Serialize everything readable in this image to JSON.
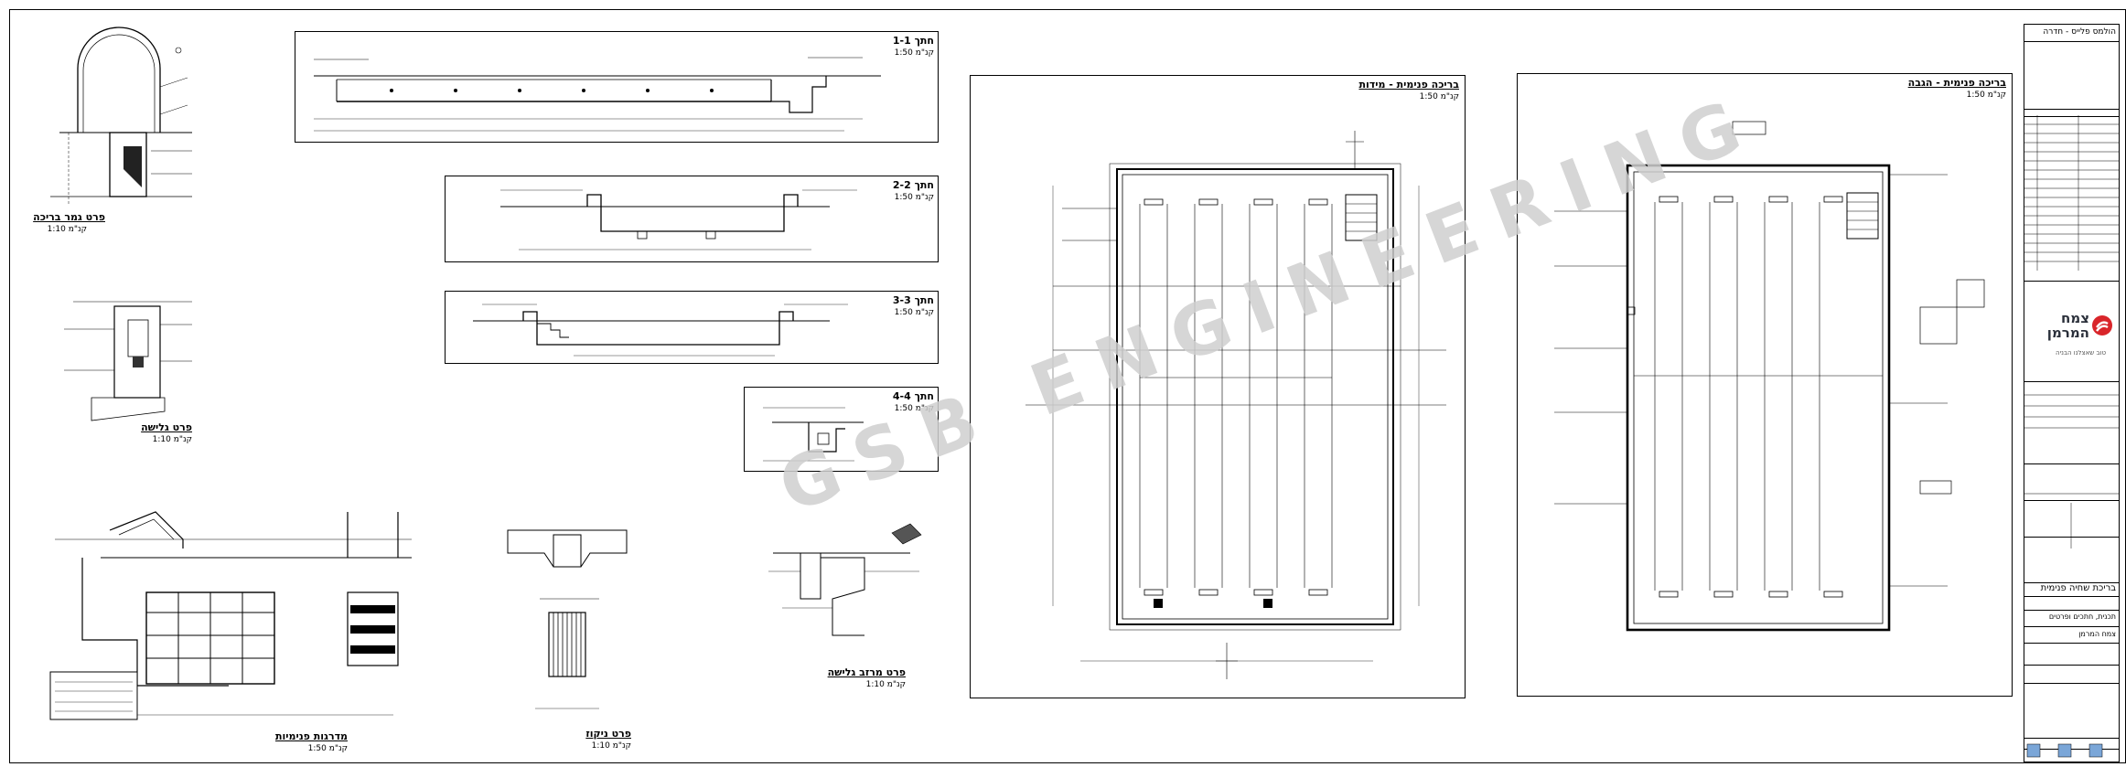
{
  "watermark": "GSB ENGINEERING",
  "sheets": {
    "section_1_1": {
      "title": "חתך 1-1",
      "scale": "קנ\"מ 1:50"
    },
    "section_2_2": {
      "title": "חתך 2-2",
      "scale": "קנ\"מ 1:50"
    },
    "section_3_3": {
      "title": "חתך 3-3",
      "scale": "קנ\"מ 1:50"
    },
    "section_4_4": {
      "title": "חתך 4-4",
      "scale": "קנ\"מ 1:50"
    },
    "plan_floor": {
      "title": "בריכה פנימית - מידות",
      "scale": "קנ\"מ 1:50"
    },
    "plan_elevation": {
      "title": "בריכה פנימית - הגבה",
      "scale": "קנ\"מ 1:50"
    },
    "detail_edge": {
      "title": "פרט גמר בריכה",
      "scale": "קנ\"מ 1:10"
    },
    "detail_pool_edge": {
      "title": "פרט גלישה",
      "scale": "קנ\"מ 1:10"
    },
    "detail_stairs": {
      "title": "מדרגות פנימיות",
      "scale": "קנ\"מ 1:50"
    },
    "detail_drain": {
      "title": "פרט ניקוז",
      "scale": "קנ\"מ 1:10"
    },
    "detail_gutter": {
      "title": "פרט מרזב גלישה",
      "scale": "קנ\"מ 1:10"
    }
  },
  "title_block": {
    "header": "הולמס פלייס - חדרה",
    "company_name": "צמח המרמן",
    "company_tagline": "טוב שאצלנו הבניה",
    "project_name": "בריכת שחיה פנימית",
    "drawing_name": "תכנית, חתכים ופרטים",
    "client": "צמח המרמן"
  }
}
